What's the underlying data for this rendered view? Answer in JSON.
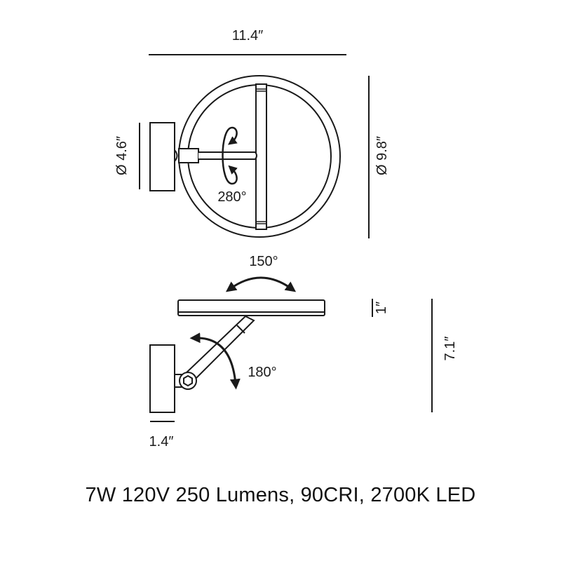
{
  "front_view": {
    "width_label": "11.4″",
    "diameter_label": "Ø 9.8″",
    "base_diameter_label": "Ø 4.6″",
    "rotation_label": "280°"
  },
  "side_view": {
    "tilt_label": "150°",
    "arm_label": "180°",
    "thickness_label": "1″",
    "height_label": "7.1″",
    "base_depth_label": "1.4″"
  },
  "spec": {
    "text": "7W 120V 250 Lumens, 90CRI, 2700K LED"
  },
  "colors": {
    "line": "#1a1a1a",
    "background": "#ffffff"
  }
}
